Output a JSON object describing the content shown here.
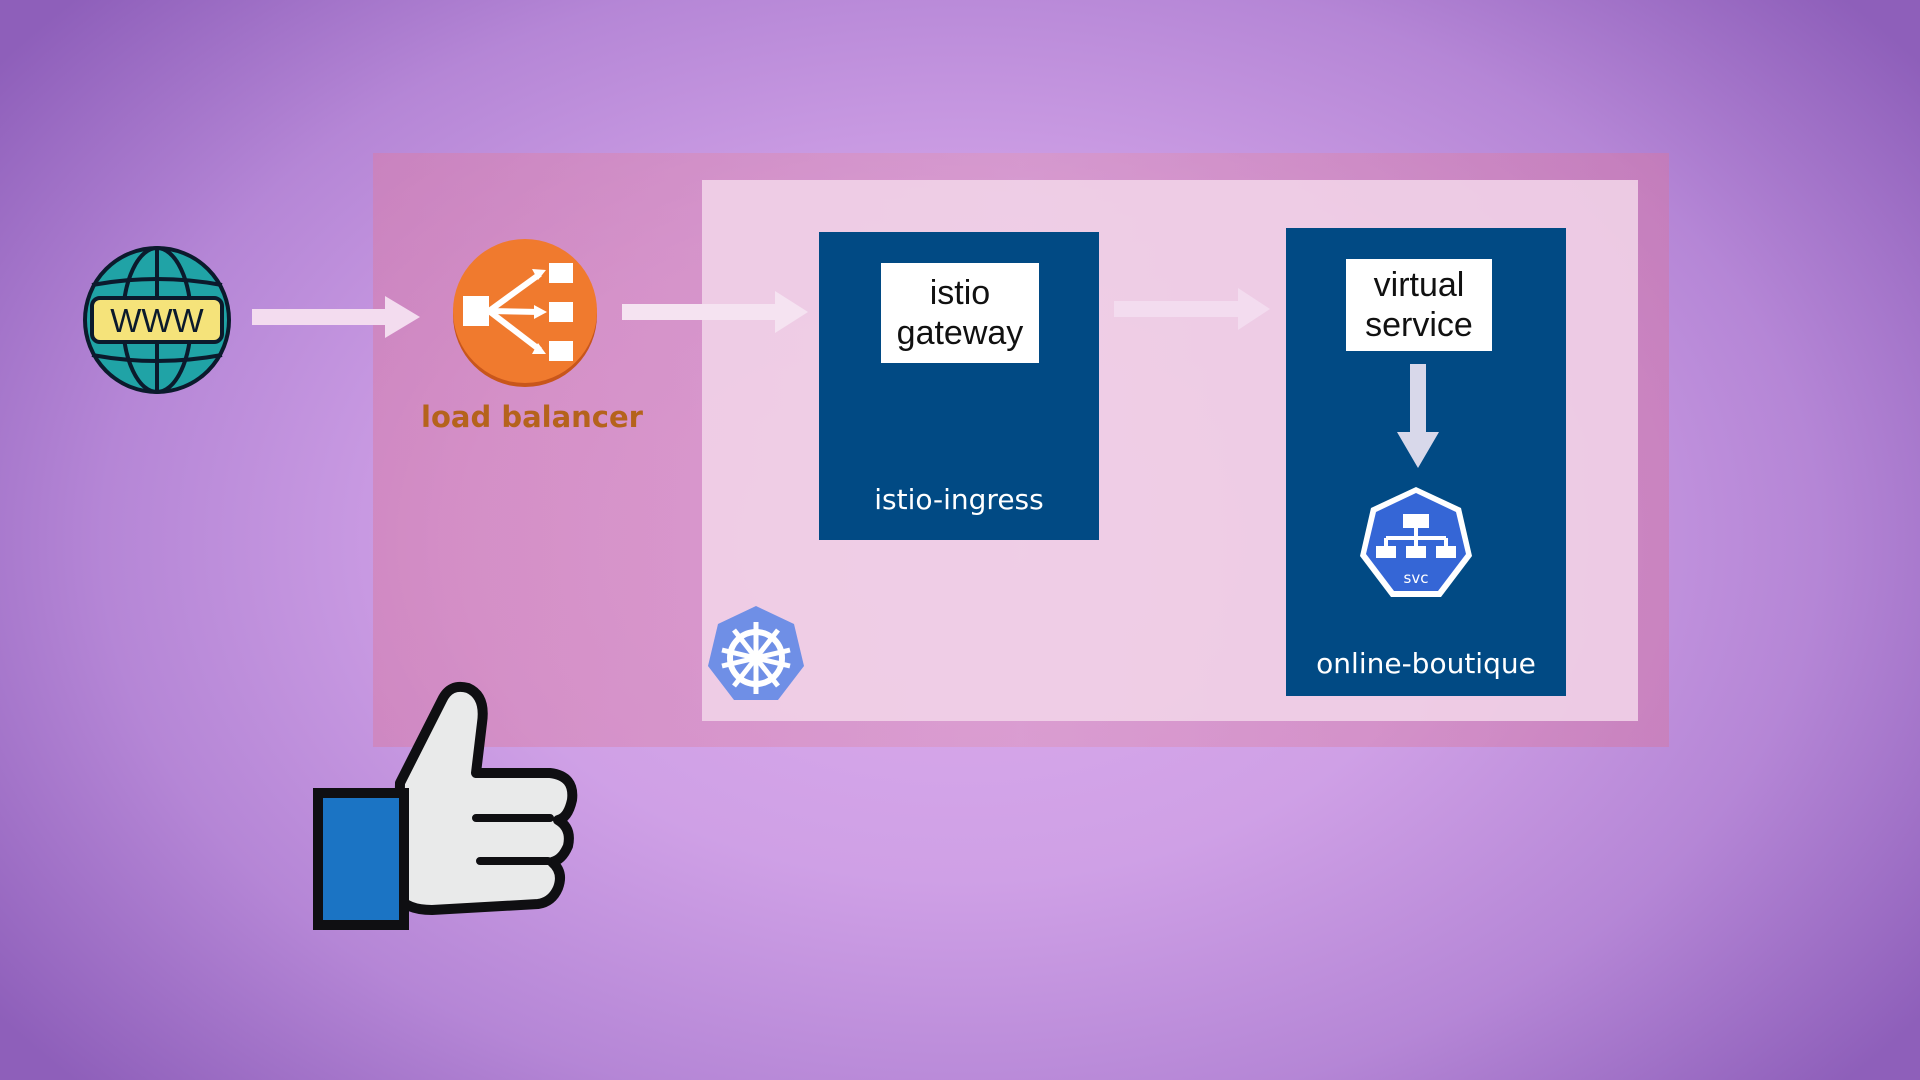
{
  "diagram": {
    "www_badge": "WWW",
    "load_balancer": {
      "caption": "load balancer"
    },
    "istio_ingress": {
      "namespace": "istio-ingress",
      "component": "istio\ngateway"
    },
    "online_boutique": {
      "namespace": "online-boutique",
      "component": "virtual\nservice",
      "svc_badge": "svc"
    }
  },
  "icons": {
    "globe": "globe-icon",
    "load_balancer": "load-balancer-icon",
    "kubernetes": "kubernetes-icon",
    "service": "service-icon",
    "thumbs_up": "thumbs-up-icon"
  },
  "colors": {
    "background": "#cfa0e6",
    "namespace_box": "#014a84",
    "load_balancer": "#f07a2e",
    "kubernetes": "#6f8fe6",
    "like_cuff": "#1b74c4"
  }
}
